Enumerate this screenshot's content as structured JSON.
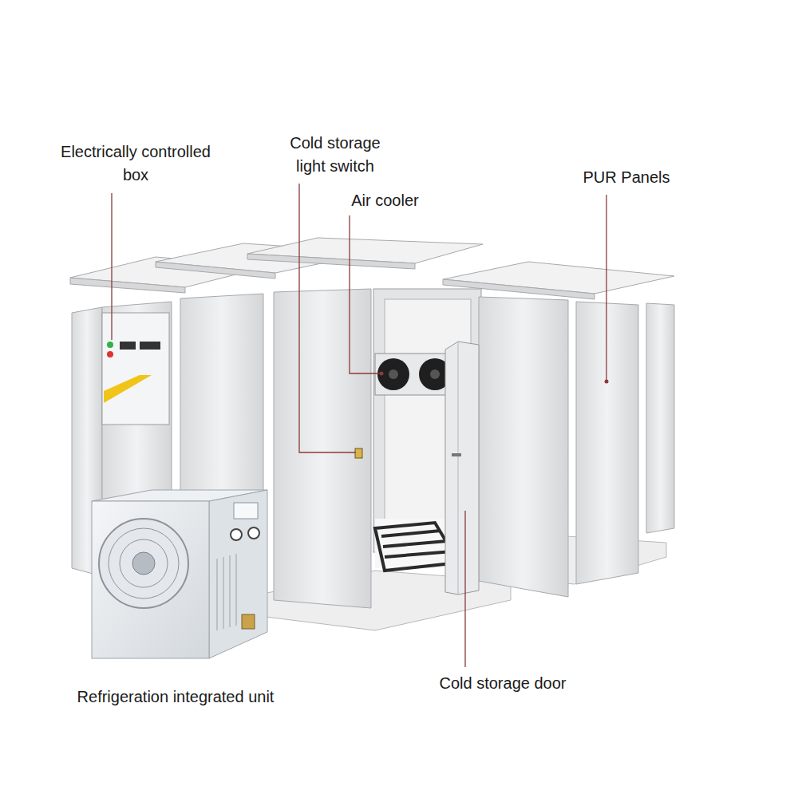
{
  "diagram": {
    "labels": [
      "Electrically controlled box",
      "Cold storage light switch",
      "Air cooler",
      "PUR Panels",
      "Refrigeration integrated unit",
      "Cold storage door"
    ]
  }
}
